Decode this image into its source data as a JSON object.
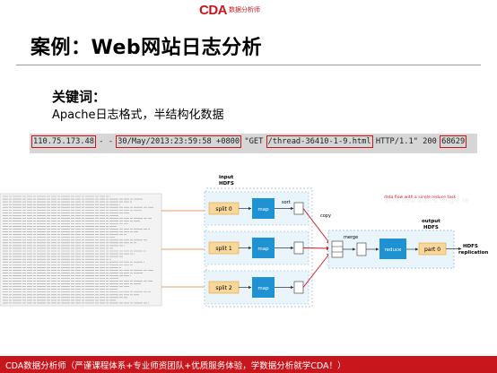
{
  "logo": {
    "brand": "CDA",
    "sub": "数据分析师"
  },
  "slide": {
    "title": "案例：Web网站日志分析"
  },
  "keywords": {
    "heading": "关键词：",
    "text": "Apache日志格式，半结构化数据"
  },
  "log_line": {
    "ip": "110.75.173.48",
    "sep1": " - - ",
    "timestamp": "30/May/2013:23:59:58 +0800",
    "sep2": " \"GET ",
    "path": "/thread-36410-1-9.html",
    "protocol": " HTTP/1.1\" 200 ",
    "bytes": "68629"
  },
  "diagram": {
    "input_label_1": "input",
    "input_label_2": "HDFS",
    "splits": [
      "split 0",
      "split 1",
      "split 2"
    ],
    "map_label": "map",
    "sort_label": "sort",
    "copy_label": "copy",
    "merge_label": "merge",
    "reduce_label": "reduce",
    "part_label": "part 0",
    "output_label_1": "output",
    "output_label_2": "HDFS",
    "hdfs_label": "HDFS",
    "replication_label": "replication",
    "flow_caption": "data flow with a single reduce task",
    "flow_caption_ghost": "data flow with a single re",
    "colors": {
      "split_fill": "#f8d79a",
      "split_stroke": "#e3a23a",
      "map_fill": "#1e92d2",
      "panel_fill": "#eaf4fb",
      "arrow": "#c8161d",
      "annot": "#e07b39"
    }
  },
  "footer": {
    "text": "CDA数据分析师（严谨课程体系+专业师资团队+优质服务体验，学数据分析就学CDA！）"
  }
}
